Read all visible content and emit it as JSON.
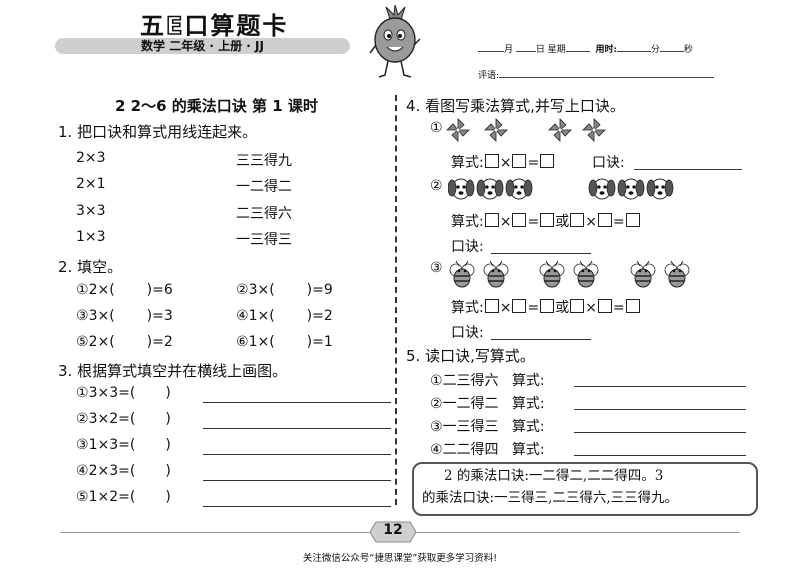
{
  "header": {
    "title_pre": "五",
    "title_e": "E",
    "title_post": "口算题卡",
    "banner": "数学 二年级 · 上册 · JJ",
    "date_month": "月",
    "date_day": "日",
    "date_week": "星期",
    "time_label": "用时:",
    "time_min": "分",
    "time_sec": "秒",
    "comment_label": "评语:"
  },
  "lesson_title": "2  2～6 的乘法口诀  第 1 课时",
  "q1": {
    "title": "1. 把口诀和算式用线连起来。",
    "left": [
      "2×3",
      "2×1",
      "3×3",
      "1×3"
    ],
    "right": [
      "三三得九",
      "一二得二",
      "二三得六",
      "一三得三"
    ]
  },
  "q2": {
    "title": "2. 填空。",
    "items": [
      {
        "num": "①",
        "pre": "2×(",
        "post": ")=6"
      },
      {
        "num": "②",
        "pre": "3×(",
        "post": ")=9"
      },
      {
        "num": "③",
        "pre": "3×(",
        "post": ")=3"
      },
      {
        "num": "④",
        "pre": "1×(",
        "post": ")=2"
      },
      {
        "num": "⑤",
        "pre": "2×(",
        "post": ")=2"
      },
      {
        "num": "⑥",
        "pre": "1×(",
        "post": ")=1"
      }
    ]
  },
  "q3": {
    "title": "3. 根据算式填空并在横线上画图。",
    "items": [
      {
        "num": "①",
        "expr": "3×3=(",
        "close": ")"
      },
      {
        "num": "②",
        "expr": "3×2=(",
        "close": ")"
      },
      {
        "num": "③",
        "expr": "1×3=(",
        "close": ")"
      },
      {
        "num": "④",
        "expr": "2×3=(",
        "close": ")"
      },
      {
        "num": "⑤",
        "expr": "1×2=(",
        "close": ")"
      }
    ]
  },
  "q4": {
    "title": "4. 看图写乘法算式,并写上口诀。",
    "p1": "①",
    "p2": "②",
    "p3": "③",
    "formula_label": "算式:",
    "kou_label": "口诀:",
    "or_word": "或",
    "times": "×",
    "eq": "="
  },
  "q5": {
    "title": "5. 读口诀,写算式。",
    "items": [
      {
        "num": "①",
        "rhyme": "二三得六",
        "label": "算式:"
      },
      {
        "num": "②",
        "rhyme": "一二得二",
        "label": "算式:"
      },
      {
        "num": "③",
        "rhyme": "一三得三",
        "label": "算式:"
      },
      {
        "num": "④",
        "rhyme": "二二得四",
        "label": "算式:"
      }
    ]
  },
  "tip": {
    "line1": "2 的乘法口诀:一二得二,二二得四。3",
    "line2": "的乘法口诀:一三得三,二三得六,三三得九。"
  },
  "page_number": "12",
  "footer": "关注微信公众号“捷思课堂”获取更多学习资料!"
}
